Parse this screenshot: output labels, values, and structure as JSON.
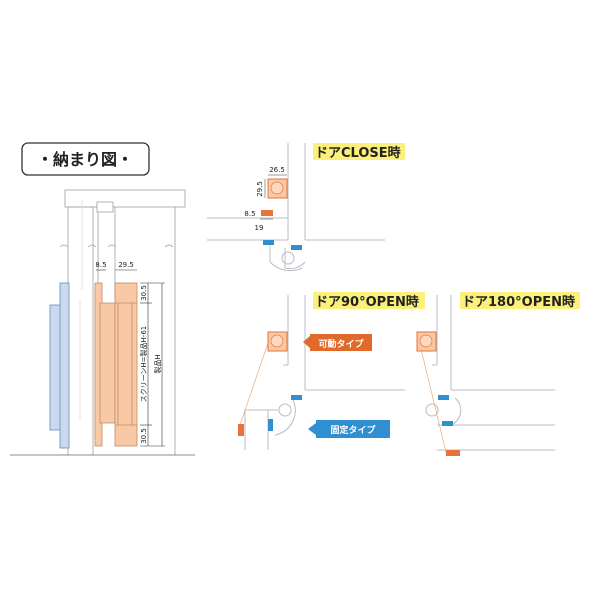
{
  "title": "・納まり図・",
  "left_diagram": {
    "dim_gap": "8.5",
    "dim_case": "29.5",
    "dim_top": "30.5",
    "dim_bottom": "30.5",
    "screen_height": "スクリーンH=製品H-61",
    "product_height": "製品H"
  },
  "close_view": {
    "label": "ドアCLOSE時",
    "dim_width": "26.5",
    "dim_height": "29.5",
    "dim_bar": "8.5",
    "dim_bar_width": "19"
  },
  "open90_view": {
    "label": "ドア90°OPEN時",
    "movable_callout": "可動タイプ",
    "fixed_callout": "固定タイプ"
  },
  "open180_view": {
    "label": "ドア180°OPEN時"
  },
  "colors": {
    "orange": "#e8733a",
    "orange_fill": "#f9c9a6",
    "blue": "#2f8fd0",
    "blue_fill": "#c9daf0",
    "highlight": "#fbf07a",
    "line": "#b8bcc4"
  }
}
